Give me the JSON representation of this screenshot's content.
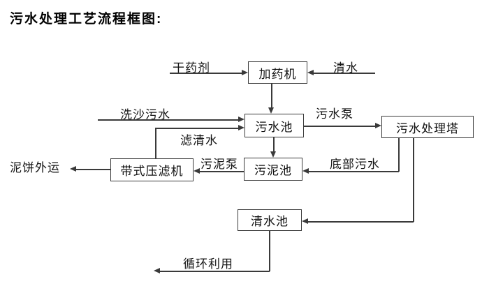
{
  "title": "污水处理工艺流程框图:",
  "nodes": {
    "dosing_machine": "加药机",
    "sewage_pool": "污水池",
    "treatment_tower": "污水处理塔",
    "sludge_pool": "污泥池",
    "belt_filter_press": "带式压滤机",
    "clean_water_pool": "清水池"
  },
  "labels": {
    "dry_agent": "干药剂",
    "clean_water": "清水",
    "sand_washing_sewage": "洗沙污水",
    "sewage_pump": "污水泵",
    "filtered_water": "滤清水",
    "sludge_pump": "污泥泵",
    "bottom_sewage": "底部污水",
    "mud_cake_out": "泥饼外运",
    "recycle_use": "循环利用"
  },
  "flows": [
    {
      "from": "干药剂",
      "to": "加药机",
      "label": ""
    },
    {
      "from": "清水",
      "to": "加药机",
      "label": ""
    },
    {
      "from": "加药机",
      "to": "污水池",
      "label": ""
    },
    {
      "from": "洗沙污水",
      "to": "污水池",
      "label": ""
    },
    {
      "from": "带式压滤机",
      "to": "污水池",
      "label": "滤清水"
    },
    {
      "from": "污水池",
      "to": "污水处理塔",
      "label": "污水泵"
    },
    {
      "from": "污水池",
      "to": "污泥池",
      "label": ""
    },
    {
      "from": "污泥池",
      "to": "带式压滤机",
      "label": "污泥泵"
    },
    {
      "from": "污水处理塔",
      "to": "污泥池",
      "label": "底部污水"
    },
    {
      "from": "污水处理塔",
      "to": "清水池",
      "label": ""
    },
    {
      "from": "带式压滤机",
      "to": "泥饼外运",
      "label": ""
    },
    {
      "from": "清水池",
      "to": "循环利用",
      "label": ""
    }
  ],
  "colors": {
    "background": "#ffffff",
    "line": "#3a3a3a",
    "text": "#111111"
  }
}
